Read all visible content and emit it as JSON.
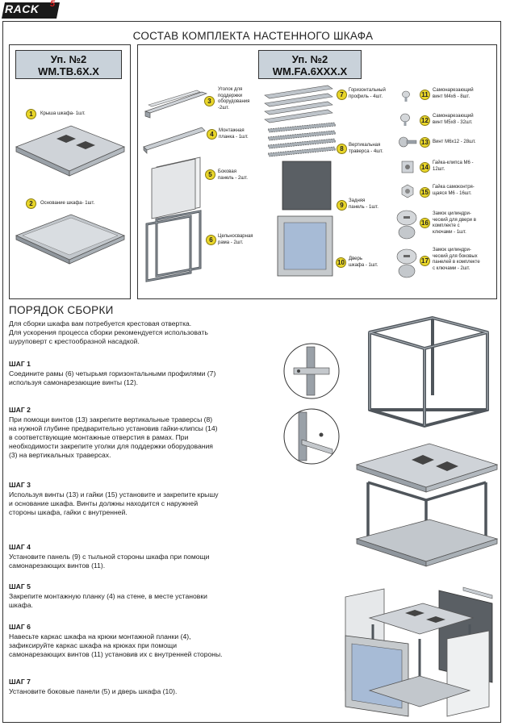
{
  "brand": {
    "name": "RACK",
    "superscript": "5"
  },
  "title": "СОСТАВ КОМПЛЕКТА НАСТЕННОГО ШКАФА",
  "package_left": {
    "label_line1": "Уп. №2",
    "label_line2": "WM.TB.6X.X",
    "items": [
      {
        "num": "1",
        "label": "Крыша шкафа- 1шт."
      },
      {
        "num": "2",
        "label": "Основание шкафа- 1шт."
      }
    ]
  },
  "package_right": {
    "label_line1": "Уп. №2",
    "label_line2": "WM.FA.6XXX.X",
    "items": [
      {
        "num": "3",
        "label": "Уголок для\nподдержки\nоборудования\n-2шт."
      },
      {
        "num": "4",
        "label": "Монтажная\nпланка - 1шт."
      },
      {
        "num": "5",
        "label": "Боковая\nпанель - 2шт."
      },
      {
        "num": "6",
        "label": "Цельносварная\nрама - 2шт."
      },
      {
        "num": "7",
        "label": "Горизонтальный\nпрофиль - 4шт."
      },
      {
        "num": "8",
        "label": "Вертикальная\nтраверса - 4шт."
      },
      {
        "num": "9",
        "label": "Задняя\nпанель - 1шт."
      },
      {
        "num": "10",
        "label": "Дверь\nшкафа - 1шт."
      },
      {
        "num": "11",
        "label": "Самонарезающий\nвинт М4х6 - 8шт."
      },
      {
        "num": "12",
        "label": "Самонарезающий\nвинт М5х8 - 32шт."
      },
      {
        "num": "13",
        "label": "Винт М6х12 - 28шт."
      },
      {
        "num": "14",
        "label": "Гайка-клипса М6 -\n12шт."
      },
      {
        "num": "15",
        "label": "Гайка самоконтря-\nщаяся М6 - 16шт."
      },
      {
        "num": "16",
        "label": "Замок цилиндри-\nческий для двери в\nкомплекте с\nключами - 1шт."
      },
      {
        "num": "17",
        "label": "Замок цилиндри-\nческий для боковых\nпанелей в комплекте\nс ключами - 2шт."
      }
    ]
  },
  "assembly": {
    "title": "ПОРЯДОК СБОРКИ",
    "intro": "Для  сборки  шкафа вам потребуется крестовая отвертка.\nДля ускорения процесса сборки рекомендуется использовать\nшуруповерт с крестообразной насадкой.",
    "steps": [
      {
        "title": "ШАГ 1",
        "text": "Соедините рамы (6) четырьмя горизонтальными профилями (7)\nиспользуя самонарезающие винты (12)."
      },
      {
        "title": "ШАГ 2",
        "text": "При помощи винтов (13) закрепите вертикальные траверсы (8)\nна нужной глубине предварительно установив гайки-клипсы (14)\nв соответствующие монтажные отверстия в рамах. При\nнеобходимости закрепите уголки для поддержки оборудования\n(3) на вертикальных траверсах."
      },
      {
        "title": "ШАГ 3",
        "text": "Используя винты (13) и гайки (15) установите и закрепите крышу\nи основание шкафа. Винты должны находится с наружней\nстороны шкафа, гайки с внутренней."
      },
      {
        "title": "ШАГ 4",
        "text": "Установите панель (9) с тыльной стороны шкафа при помощи\nсамонарезающих винтов (11)."
      },
      {
        "title": "ШАГ 5",
        "text": "Закрепите монтажную планку (4) на стене, в месте установки\nшкафа."
      },
      {
        "title": "ШАГ 6",
        "text": "Навесьте каркас шкафа на крюки монтажной планки (4),\nзафиксируйте каркас шкафа на крюках при помощи\nсамонарезающих винтов (11) установив их с внутренней стороны."
      },
      {
        "title": "ШАГ 7",
        "text": "Установите боковые панели (5) и дверь шкафа (10)."
      }
    ]
  }
}
